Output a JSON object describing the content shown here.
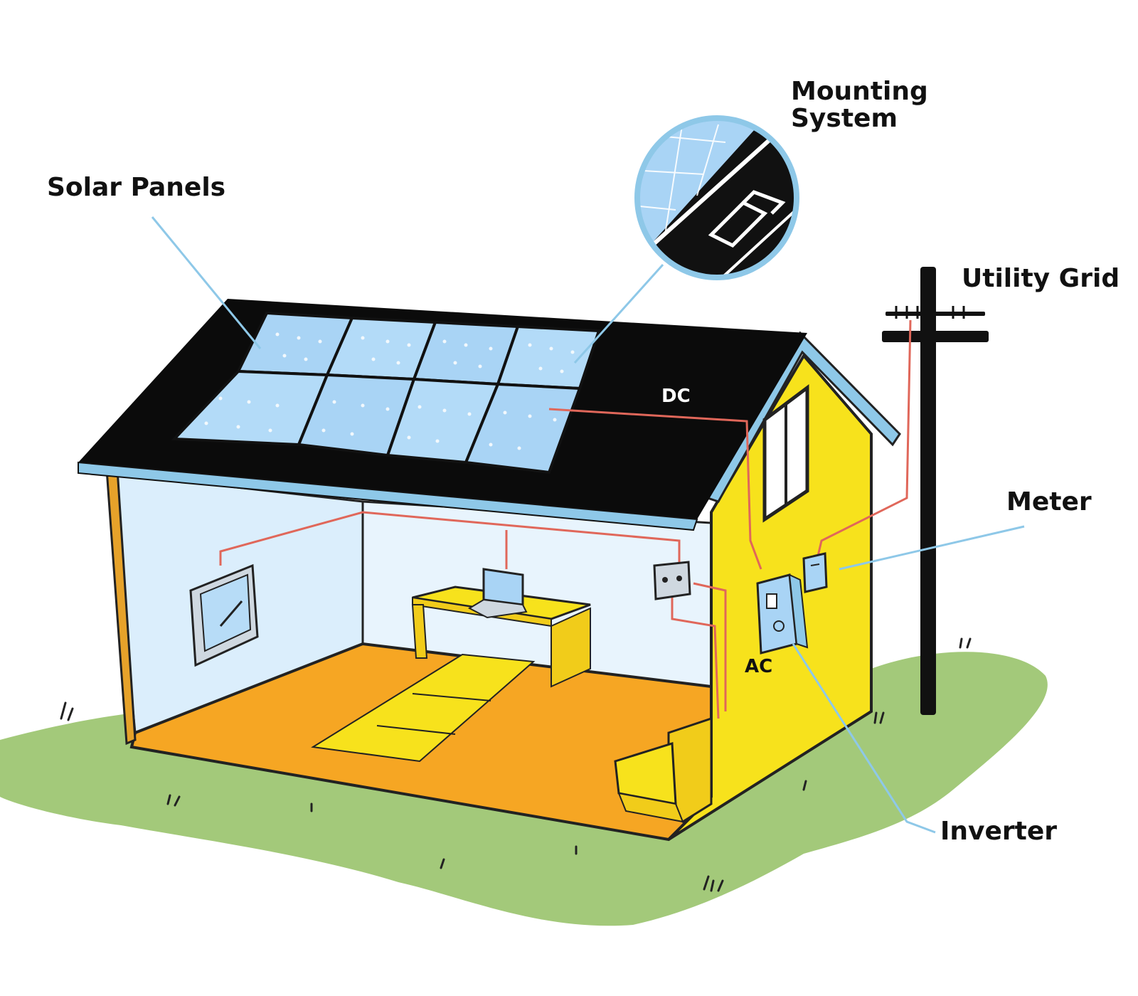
{
  "diagram": {
    "labels": {
      "solar_panels": "Solar Panels",
      "mounting_system_line1": "Mounting",
      "mounting_system_line2": "System",
      "utility_grid": "Utility Grid",
      "meter": "Meter",
      "inverter": "Inverter",
      "dc": "DC",
      "ac": "AC"
    },
    "colors": {
      "roof": "#0b0b0b",
      "solar_panel": "#a9d4f5",
      "house_yellow": "#f7e21c",
      "floor_orange": "#f6a623",
      "interior_wall": "#dbeefc",
      "grass": "#a3c97a",
      "wire_red": "#e0675a",
      "leader_line": "#8ec8e8",
      "text": "#111111"
    },
    "icons": [
      "solar-panel-array",
      "mounting-bracket-inset",
      "utility-pole",
      "meter-box",
      "inverter-box",
      "wall-tablet",
      "laptop",
      "desk",
      "armchair",
      "rug",
      "breaker-box"
    ]
  }
}
